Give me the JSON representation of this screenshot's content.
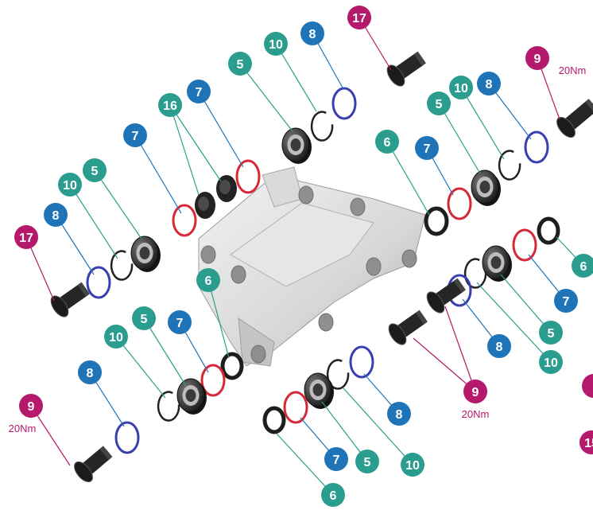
{
  "colors": {
    "teal": "#2a9d8f",
    "blue": "#1f73b7",
    "magenta": "#b5196b",
    "ring_red": "#d62838",
    "ring_blue": "#3a3fb0",
    "bracket": "#d7d7d7",
    "bearing_dark": "#2d2d2d"
  },
  "callouts": [
    {
      "num": "17",
      "kind": "magenta"
    },
    {
      "num": "10",
      "kind": "teal"
    },
    {
      "num": "8",
      "kind": "blue"
    },
    {
      "num": "5",
      "kind": "teal"
    },
    {
      "num": "16",
      "kind": "teal"
    },
    {
      "num": "7",
      "kind": "blue"
    },
    {
      "num": "7",
      "kind": "blue"
    },
    {
      "num": "9",
      "kind": "magenta",
      "torque": "20Nm"
    },
    {
      "num": "10",
      "kind": "teal"
    },
    {
      "num": "8",
      "kind": "blue"
    },
    {
      "num": "5",
      "kind": "teal"
    },
    {
      "num": "6",
      "kind": "teal"
    },
    {
      "num": "7",
      "kind": "blue"
    },
    {
      "num": "10",
      "kind": "teal"
    },
    {
      "num": "5",
      "kind": "teal"
    },
    {
      "num": "8",
      "kind": "blue"
    },
    {
      "num": "17",
      "kind": "magenta"
    },
    {
      "num": "6",
      "kind": "teal"
    },
    {
      "num": "7",
      "kind": "blue"
    },
    {
      "num": "6",
      "kind": "teal"
    },
    {
      "num": "7",
      "kind": "blue"
    },
    {
      "num": "5",
      "kind": "teal"
    },
    {
      "num": "10",
      "kind": "teal"
    },
    {
      "num": "8",
      "kind": "blue"
    },
    {
      "num": "10",
      "kind": "teal"
    },
    {
      "num": "5",
      "kind": "teal"
    },
    {
      "num": "7",
      "kind": "blue"
    },
    {
      "num": "8",
      "kind": "blue"
    },
    {
      "num": "9",
      "kind": "magenta",
      "torque": "20Nm"
    },
    {
      "num": "9",
      "kind": "magenta",
      "torque": "20Nm"
    },
    {
      "num": "8",
      "kind": "blue"
    },
    {
      "num": "7",
      "kind": "blue"
    },
    {
      "num": "5",
      "kind": "teal"
    },
    {
      "num": "10",
      "kind": "teal"
    },
    {
      "num": "6",
      "kind": "teal"
    },
    {
      "num": "15",
      "kind": "magenta"
    },
    {
      "num": "",
      "kind": "magenta"
    }
  ]
}
